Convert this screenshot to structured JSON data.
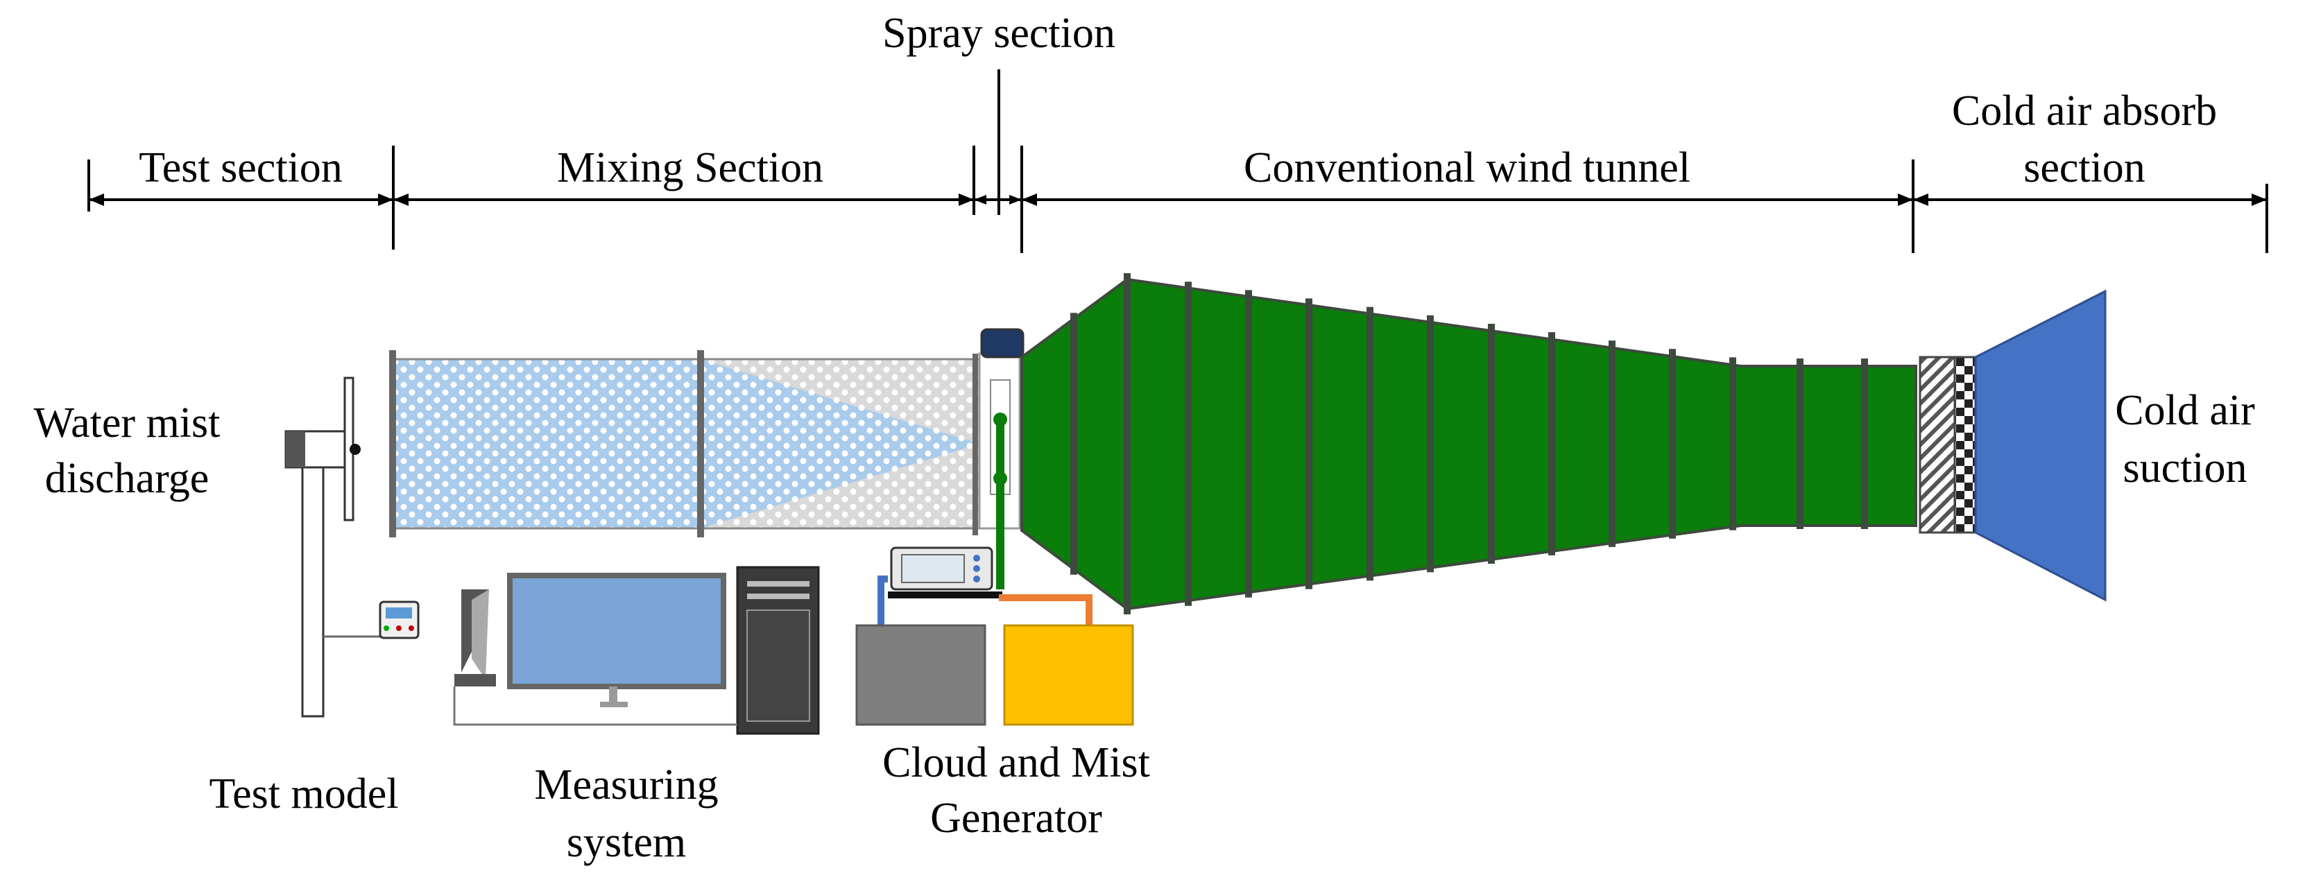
{
  "sections": {
    "test_section": "Test section",
    "mixing_section": "Mixing Section",
    "spray_section": "Spray section",
    "conventional_tunnel": "Conventional wind tunnel",
    "cold_air_absorb_line1": "Cold air absorb",
    "cold_air_absorb_line2": "section"
  },
  "labels": {
    "water_mist_line1": "Water mist",
    "water_mist_line2": "discharge",
    "cold_air_suction_line1": "Cold air",
    "cold_air_suction_line2": "suction",
    "test_model": "Test model",
    "measuring_line1": "Measuring",
    "measuring_line2": "system",
    "generator_line1": "Cloud and Mist",
    "generator_line2": "Generator"
  },
  "colors": {
    "tunnel_green": "#0a7d0a",
    "tunnel_frame": "#3d4a3d",
    "mist_blue": "#a9cbec",
    "suction_blue": "#4472c4",
    "monitor_blue": "#7aa5d6",
    "generator_gray": "#7f7f7f",
    "generator_yellow": "#ffc000",
    "pipe_orange": "#ed7d31",
    "pipe_blue": "#4472c4",
    "pump_navy": "#1f3864"
  }
}
